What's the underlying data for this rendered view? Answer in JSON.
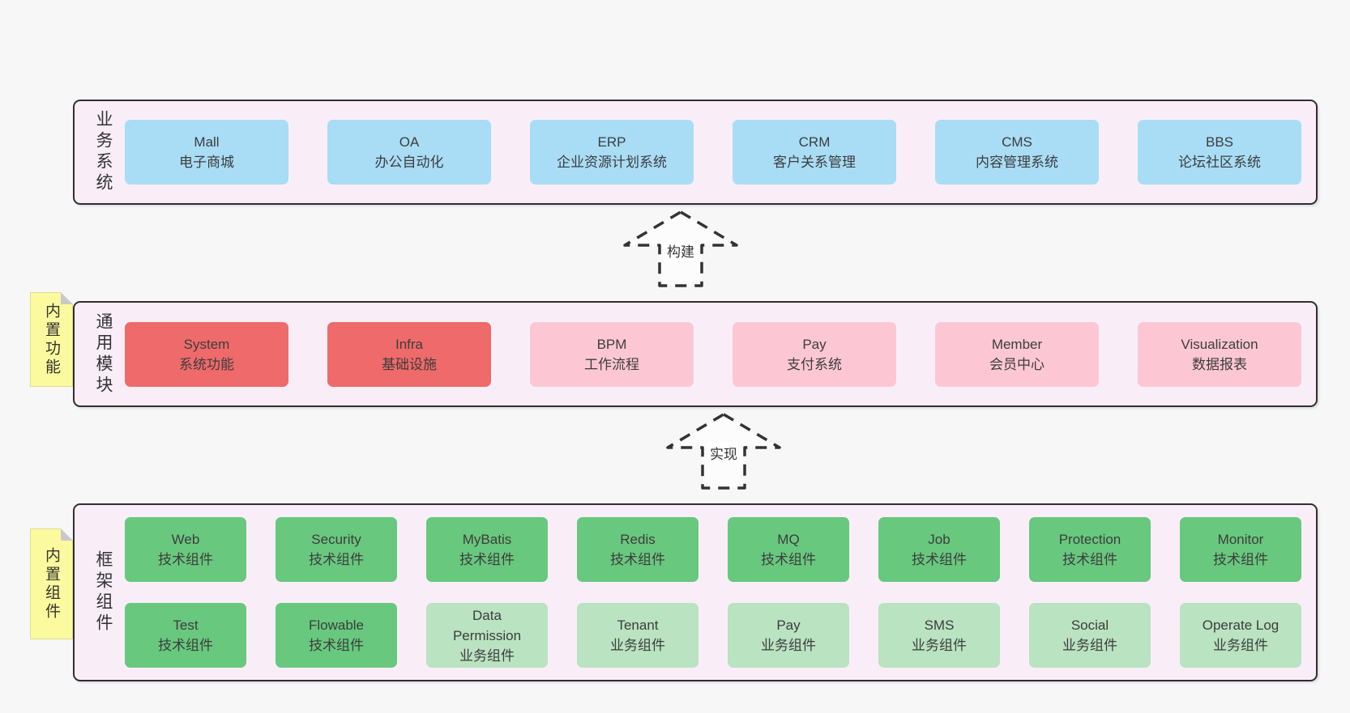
{
  "palette": {
    "page_bg": "#f7f7f7",
    "panel_bg": "#f9eef8",
    "panel_border": "#2f2f2f",
    "blue": "#a8ddf5",
    "red": "#ef6a6a",
    "pink": "#fcc7d3",
    "green": "#68c87e",
    "light_green": "#b9e3c1",
    "sticky_yellow": "#fbfa9e",
    "fold_gray": "#c9c9cd",
    "text": "#3d3d3d"
  },
  "layers": {
    "business": {
      "label": "业务系统",
      "boxes": [
        {
          "name": "Mall",
          "desc": "电子商城"
        },
        {
          "name": "OA",
          "desc": "办公自动化"
        },
        {
          "name": "ERP",
          "desc": "企业资源计划系统"
        },
        {
          "name": "CRM",
          "desc": "客户关系管理"
        },
        {
          "name": "CMS",
          "desc": "内容管理系统"
        },
        {
          "name": "BBS",
          "desc": "论坛社区系统"
        }
      ]
    },
    "modules": {
      "label": "通用模块",
      "sticky": "内置功能",
      "boxes": [
        {
          "name": "System",
          "desc": "系统功能"
        },
        {
          "name": "Infra",
          "desc": "基础设施"
        },
        {
          "name": "BPM",
          "desc": "工作流程"
        },
        {
          "name": "Pay",
          "desc": "支付系统"
        },
        {
          "name": "Member",
          "desc": "会员中心"
        },
        {
          "name": "Visualization",
          "desc": "数据报表"
        }
      ]
    },
    "components": {
      "label": "框架组件",
      "sticky": "内置组件",
      "row1": [
        {
          "name": "Web",
          "desc": "技术组件"
        },
        {
          "name": "Security",
          "desc": "技术组件"
        },
        {
          "name": "MyBatis",
          "desc": "技术组件"
        },
        {
          "name": "Redis",
          "desc": "技术组件"
        },
        {
          "name": "MQ",
          "desc": "技术组件"
        },
        {
          "name": "Job",
          "desc": "技术组件"
        },
        {
          "name": "Protection",
          "desc": "技术组件"
        },
        {
          "name": "Monitor",
          "desc": "技术组件"
        }
      ],
      "row2": [
        {
          "name": "Test",
          "desc": "技术组件"
        },
        {
          "name": "Flowable",
          "desc": "技术组件"
        },
        {
          "name": "Data\nPermission",
          "desc": "业务组件"
        },
        {
          "name": "Tenant",
          "desc": "业务组件"
        },
        {
          "name": "Pay",
          "desc": "业务组件"
        },
        {
          "name": "SMS",
          "desc": "业务组件"
        },
        {
          "name": "Social",
          "desc": "业务组件"
        },
        {
          "name": "Operate Log",
          "desc": "业务组件"
        }
      ]
    }
  },
  "arrows": {
    "build": {
      "label": "构建"
    },
    "implement": {
      "label": "实现"
    }
  }
}
